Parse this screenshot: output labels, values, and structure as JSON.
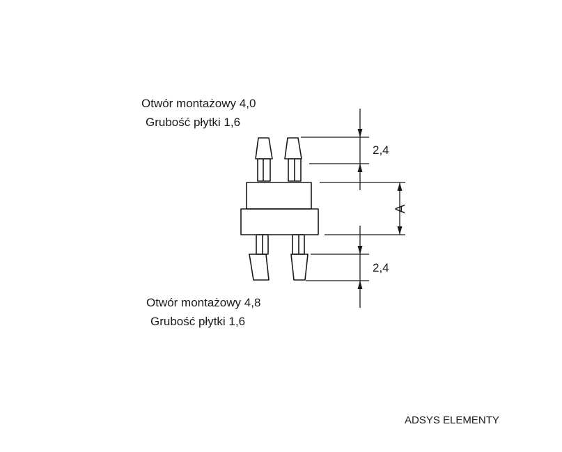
{
  "top_note": {
    "line1": "Otwór montażowy 4,0",
    "line2": "Grubość płytki  1,6"
  },
  "bottom_note": {
    "line1": "Otwór montażowy 4,8",
    "line2": "Grubość płytki 1,6"
  },
  "dimensions": {
    "top": "2,4",
    "bottom": "2,4",
    "middle": "A"
  },
  "brand": "ADSYS ELEMENTY",
  "colors": {
    "line": "#1a1a1a",
    "background": "#ffffff"
  }
}
